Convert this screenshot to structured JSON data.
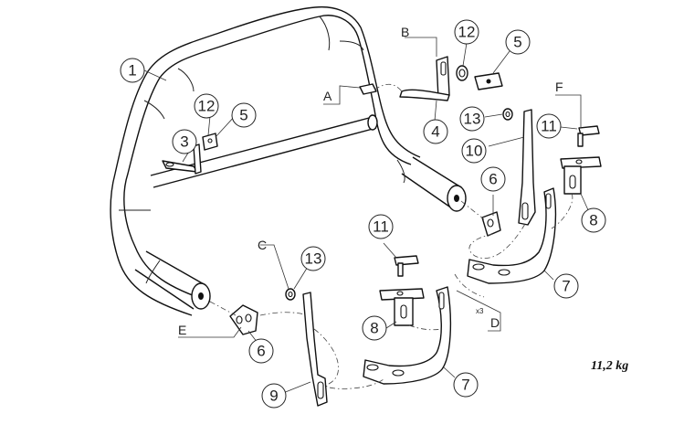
{
  "callouts": {
    "c1": "1",
    "c3": "3",
    "c4": "4",
    "c5a": "5",
    "c5b": "5",
    "c6a": "6",
    "c6b": "6",
    "c7a": "7",
    "c7b": "7",
    "c8a": "8",
    "c8b": "8",
    "c9": "9",
    "c10": "10",
    "c11a": "11",
    "c11b": "11",
    "c12a": "12",
    "c12b": "12",
    "c13a": "13",
    "c13b": "13"
  },
  "letters": {
    "A": "A",
    "B": "B",
    "C": "C",
    "D": "D",
    "E": "E",
    "F": "F"
  },
  "quantity_mark": "x3",
  "weight": "11,2 kg"
}
